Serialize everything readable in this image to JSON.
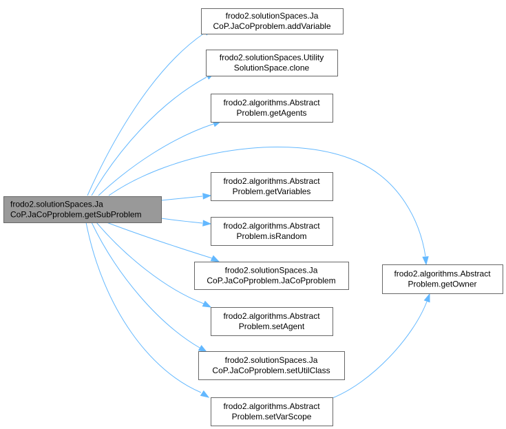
{
  "diagram": {
    "type": "call-graph",
    "colors": {
      "edge": "#63b8ff",
      "node_border": "#666666",
      "node_fill": "#ffffff",
      "source_fill": "#999999"
    },
    "source": {
      "id": "getSubProblem",
      "lines": [
        "frodo2.solutionSpaces.Ja",
        "CoP.JaCoPproblem.getSubProblem"
      ]
    },
    "nodes": [
      {
        "id": "addVariable",
        "lines": [
          "frodo2.solutionSpaces.Ja",
          "CoP.JaCoPproblem.addVariable"
        ]
      },
      {
        "id": "clone",
        "lines": [
          "frodo2.solutionSpaces.Utility",
          "SolutionSpace.clone"
        ]
      },
      {
        "id": "getAgents",
        "lines": [
          "frodo2.algorithms.Abstract",
          "Problem.getAgents"
        ]
      },
      {
        "id": "getVariables",
        "lines": [
          "frodo2.algorithms.Abstract",
          "Problem.getVariables"
        ]
      },
      {
        "id": "isRandom",
        "lines": [
          "frodo2.algorithms.Abstract",
          "Problem.isRandom"
        ]
      },
      {
        "id": "JaCoPproblem",
        "lines": [
          "frodo2.solutionSpaces.Ja",
          "CoP.JaCoPproblem.JaCoPproblem"
        ]
      },
      {
        "id": "setAgent",
        "lines": [
          "frodo2.algorithms.Abstract",
          "Problem.setAgent"
        ]
      },
      {
        "id": "setUtilClass",
        "lines": [
          "frodo2.solutionSpaces.Ja",
          "CoP.JaCoPproblem.setUtilClass"
        ]
      },
      {
        "id": "setVarScope",
        "lines": [
          "frodo2.algorithms.Abstract",
          "Problem.setVarScope"
        ]
      },
      {
        "id": "getOwner",
        "lines": [
          "frodo2.algorithms.Abstract",
          "Problem.getOwner"
        ]
      }
    ],
    "edges": [
      {
        "from": "getSubProblem",
        "to": "addVariable"
      },
      {
        "from": "getSubProblem",
        "to": "clone"
      },
      {
        "from": "getSubProblem",
        "to": "getAgents"
      },
      {
        "from": "getSubProblem",
        "to": "getOwner"
      },
      {
        "from": "getSubProblem",
        "to": "getVariables"
      },
      {
        "from": "getSubProblem",
        "to": "isRandom"
      },
      {
        "from": "getSubProblem",
        "to": "JaCoPproblem"
      },
      {
        "from": "getSubProblem",
        "to": "setAgent"
      },
      {
        "from": "getSubProblem",
        "to": "setUtilClass"
      },
      {
        "from": "getSubProblem",
        "to": "setVarScope"
      },
      {
        "from": "setVarScope",
        "to": "getOwner"
      }
    ]
  }
}
